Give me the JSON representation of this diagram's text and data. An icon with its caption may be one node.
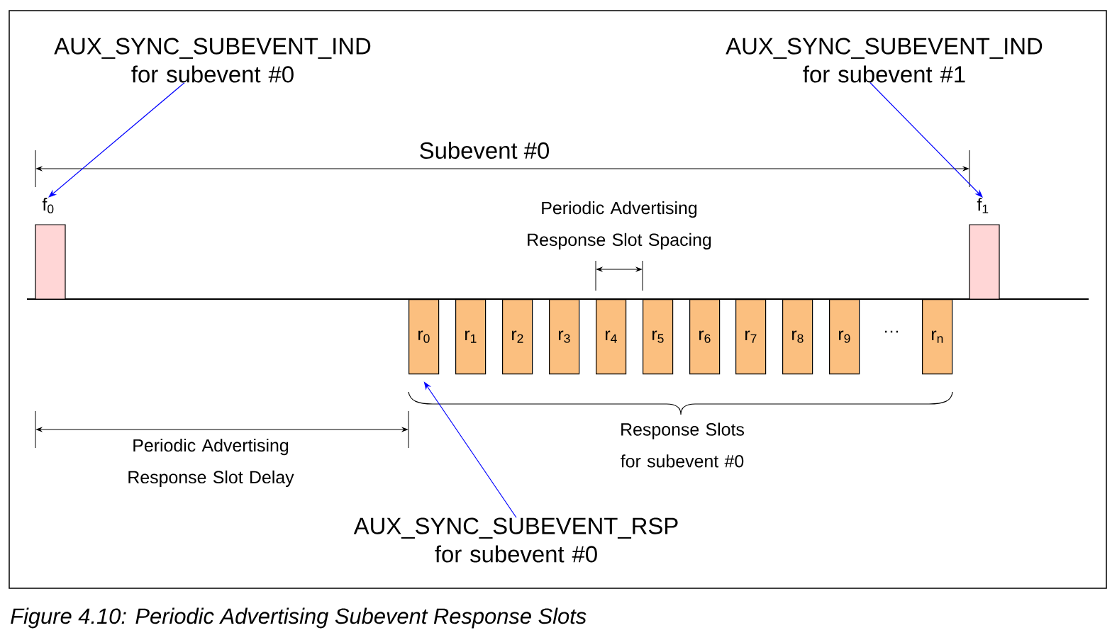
{
  "diagram": {
    "caption": "Figure 4.10:  Periodic Advertising Subevent Response Slots",
    "nodes": [
      {
        "text": [
          "AUX_SYNC_SUBEVENT_IND for subevent #0"
        ]
      },
      {
        "text": [
          "f$_{0}$"
        ]
      },
      {
        "text": [
          "AUX_SYNC_SUBEVENT_IND for subevent #1"
        ]
      },
      {
        "text": [
          "f$_{1}$"
        ]
      },
      {
        "text": [
          "r$_{0}$"
        ]
      },
      {
        "text": [
          "r$_{1}$"
        ]
      },
      {
        "text": [
          "r$_{2}$"
        ]
      },
      {
        "text": [
          "r$_{3}$"
        ]
      },
      {
        "text": [
          "r$_{4}$"
        ]
      },
      {
        "text": [
          "r$_{5}$"
        ]
      },
      {
        "text": [
          "r$_{6}$"
        ]
      },
      {
        "text": [
          "r$_{7}$"
        ]
      },
      {
        "text": [
          "r$_{8}$"
        ]
      },
      {
        "text": [
          "r$_{9}$"
        ]
      },
      {
        "text": [
          "r$_{n}$"
        ]
      },
      {
        "text": [
          "AUX_SYNC_SUBEVENT_RSP for subevent #0"
        ]
      }
    ],
    "edges": [
      {
        "from": 0,
        "to": 1,
        "arrow": "to"
      },
      {
        "from": 2,
        "to": 3,
        "arrow": "to"
      },
      {
        "from": 15,
        "to": 4,
        "arrow": "to"
      }
    ],
    "labels": [
      "Subevent #0",
      "Periodic Advertising Response Slot Spacing",
      "…",
      "Response Slots for subevent #0",
      "Periodic Advertising Response Slot Delay"
    ]
  }
}
